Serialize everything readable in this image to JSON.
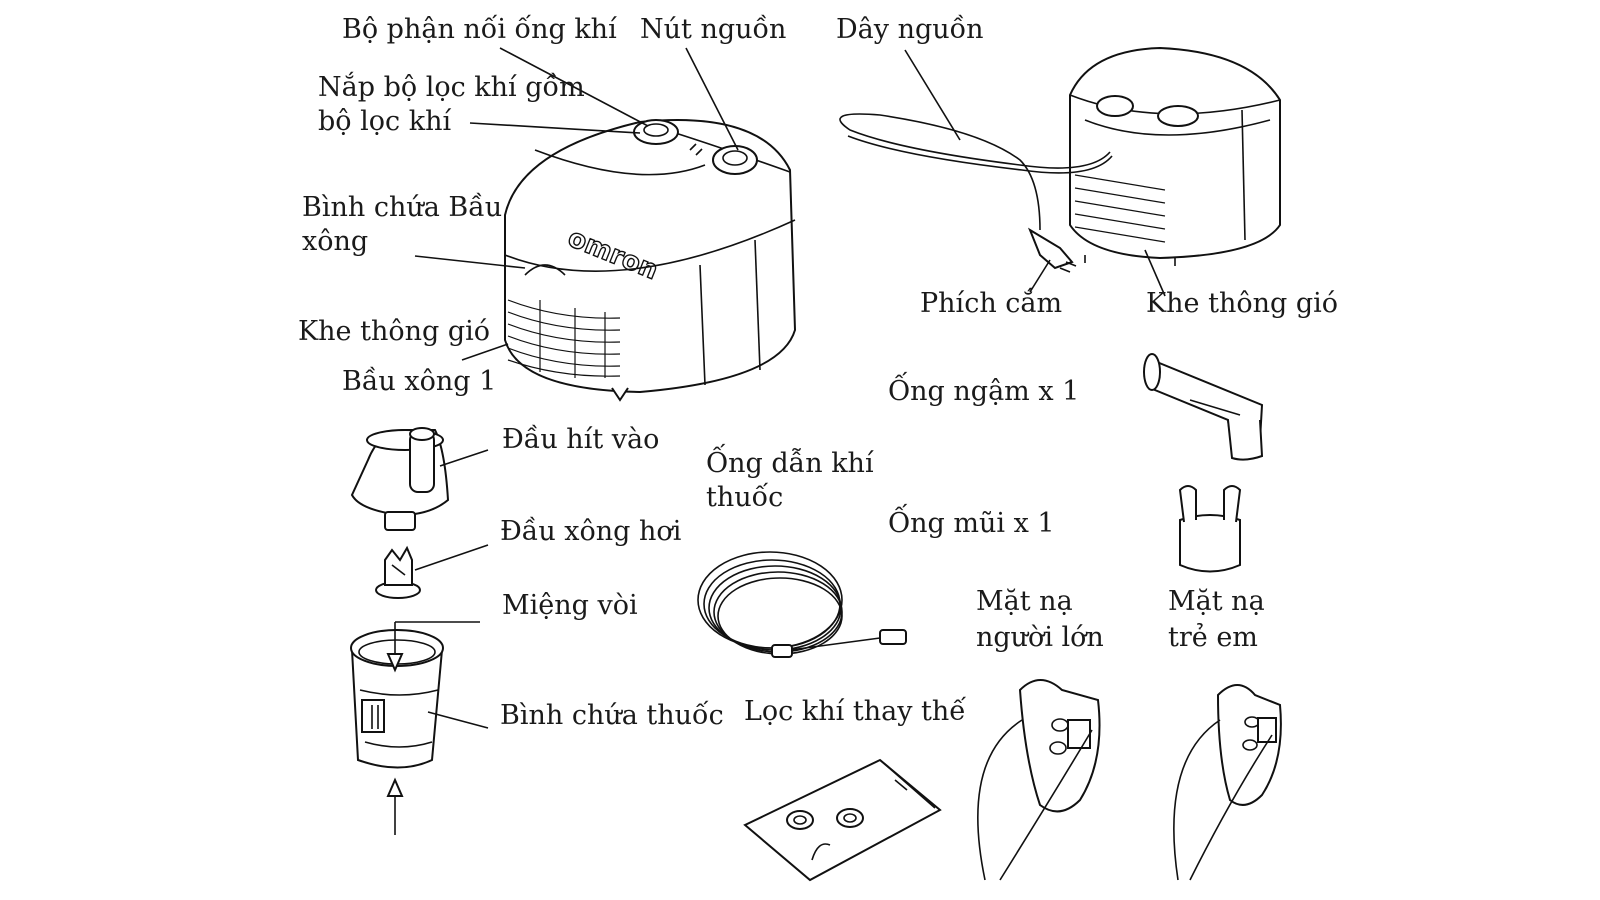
{
  "labels": {
    "air_tube_connector": "Bộ phận nối ống khí",
    "power_switch": "Nút nguồn",
    "power_cord": "Dây nguồn",
    "air_filter_cover_line1": "Nắp bộ lọc khí gồm",
    "air_filter_cover_line2": "bộ lọc khí",
    "nebulizer_holder_line1": "Bình chứa Bầu",
    "nebulizer_holder_line2": "xông",
    "air_vent_left": "Khe thông gió",
    "nebulizer_kit": "Bầu xông 1",
    "plug": "Phích cắm",
    "air_vent_right": "Khe thông gió",
    "mouthpiece": "Ống ngậm x 1",
    "inhalation_top": "Đầu hít vào",
    "air_tube_line1": "Ống dẫn khí",
    "air_tube_line2": "thuốc",
    "nasal_piece": "Ống mũi x 1",
    "baffle": "Đầu xông hơi",
    "nozzle": "Miệng vòi",
    "adult_mask_line1": "Mặt nạ",
    "adult_mask_line2": "người lớn",
    "child_mask_line1": "Mặt nạ",
    "child_mask_line2": "trẻ em",
    "medication_tank": "Bình chứa thuốc",
    "spare_filter": "Lọc khí thay thế",
    "brand_logo": "omron"
  },
  "colors": {
    "line": "#111111",
    "background": "#ffffff",
    "text": "#1a1a1a"
  }
}
